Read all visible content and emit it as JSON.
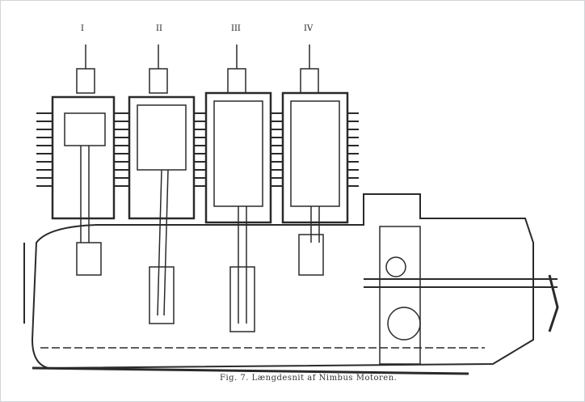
{
  "figure": {
    "cylinder_labels": [
      "I",
      "II",
      "III",
      "IV"
    ],
    "caption": "Fig. 7.  Længdesnit af Nimbus Motoren."
  },
  "colors": {
    "ink": "#2a2a2a",
    "paper": "#ffffff"
  }
}
